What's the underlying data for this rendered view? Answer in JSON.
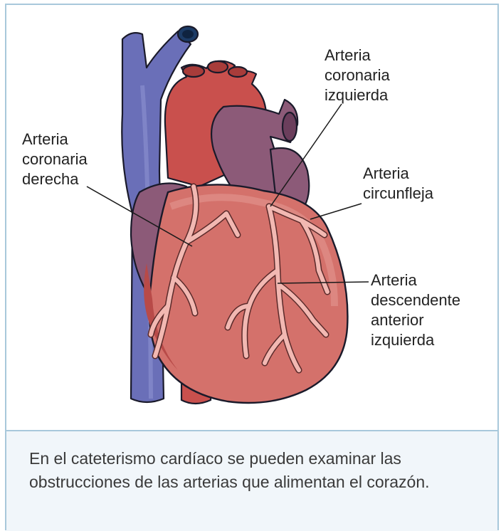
{
  "colors": {
    "frame_border": "#a8c8db",
    "caption_background": "#f1f6fa",
    "vein": "#6a6fb8",
    "heart_red": "#c9504d",
    "heart_muscle": "#d4716b",
    "atrium_purple": "#8c5a78",
    "coronary_artery": "#f2b8b2"
  },
  "labels": {
    "left_coronary": [
      "Arteria",
      "coronaria",
      "izquierda"
    ],
    "right_coronary": [
      "Arteria",
      "coronaria",
      "derecha"
    ],
    "circumflex": [
      "Arteria",
      "circunfleja"
    ],
    "lad": [
      "Arteria",
      "descendente",
      "anterior",
      "izquierda"
    ]
  },
  "caption": "En el cateterismo cardíaco se pueden examinar las obstrucciones de las arterias que alimentan el corazón."
}
